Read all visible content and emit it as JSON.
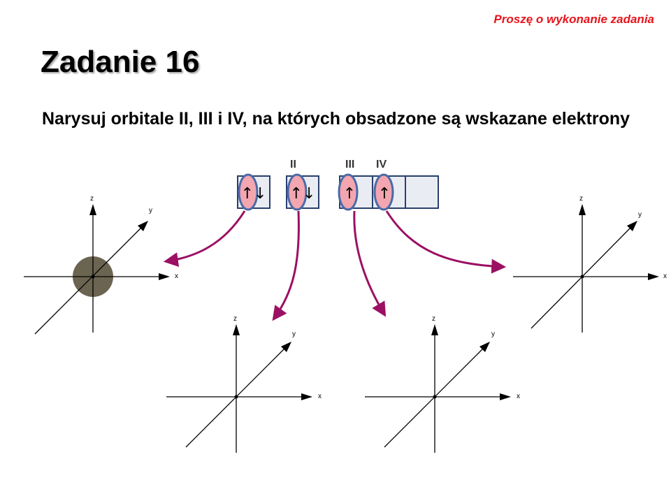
{
  "header": {
    "note": "Proszę o wykonanie zadania"
  },
  "slide": {
    "title": "Zadanie 16",
    "instruction": "Narysuj orbitale II, III i IV, na których obsadzone są wskazane elektrony"
  },
  "orbital_box": {
    "group_labels": [
      "II",
      "III",
      "IV"
    ],
    "cells": [
      {
        "spins": "↑↓",
        "highlighted": true
      },
      {
        "spins": "↑↓",
        "highlighted": true
      },
      {
        "spins": "↑",
        "highlighted": true
      },
      {
        "spins": "↑",
        "highlighted": true
      },
      {
        "spins": "",
        "highlighted": false
      }
    ]
  },
  "axes": {
    "x_label": "x",
    "y_label": "y",
    "z_label": "z"
  },
  "colors": {
    "note": "#e8141c",
    "arrow": "#9b1063",
    "highlight_fill": "#f3a6b0",
    "highlight_stroke": "#4a6aa8",
    "box_fill": "#e9edf3",
    "orbital_s": "#6b6450"
  }
}
